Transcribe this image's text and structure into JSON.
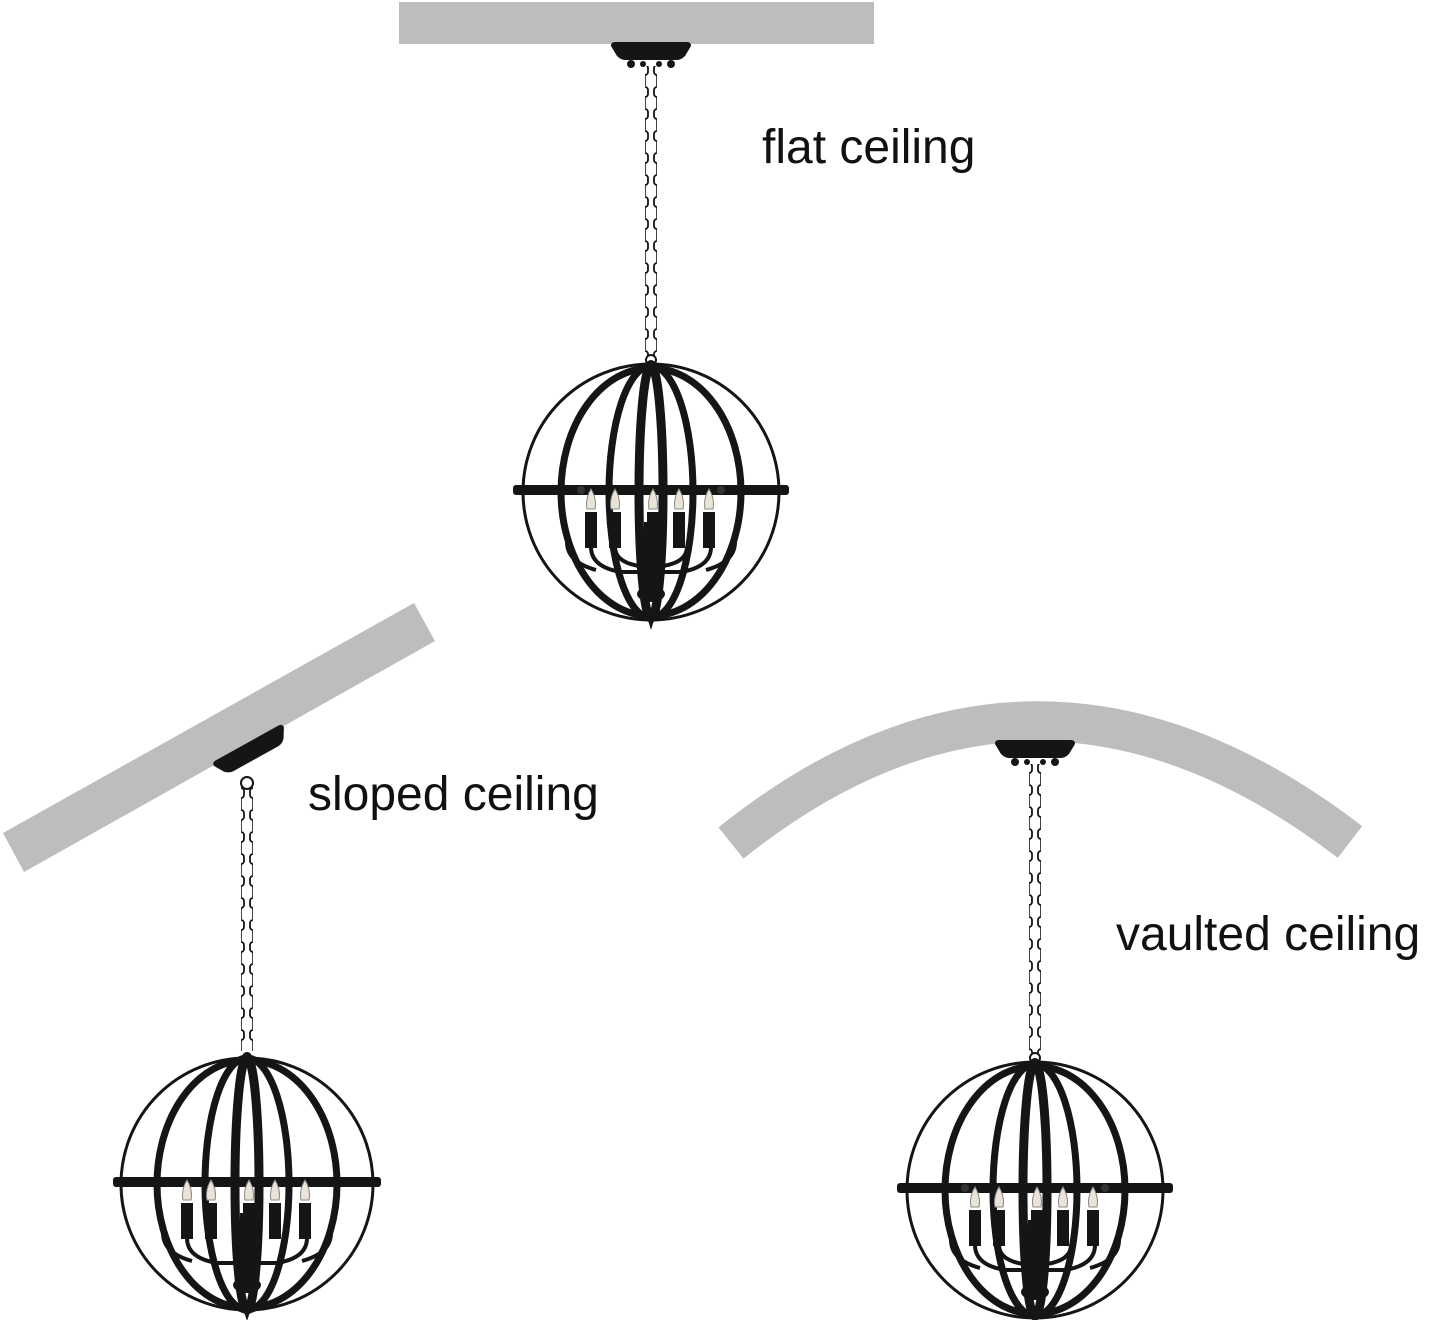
{
  "colors": {
    "ceiling": "#bdbdbd",
    "fixture": "#151515",
    "bulb": "#e9e4d6",
    "label_text": "#111111"
  },
  "icons": {
    "pendant": "globe-chandelier-icon"
  },
  "labels": {
    "flat": "flat ceiling",
    "sloped": "sloped ceiling",
    "vaulted": "vaulted ceiling"
  }
}
